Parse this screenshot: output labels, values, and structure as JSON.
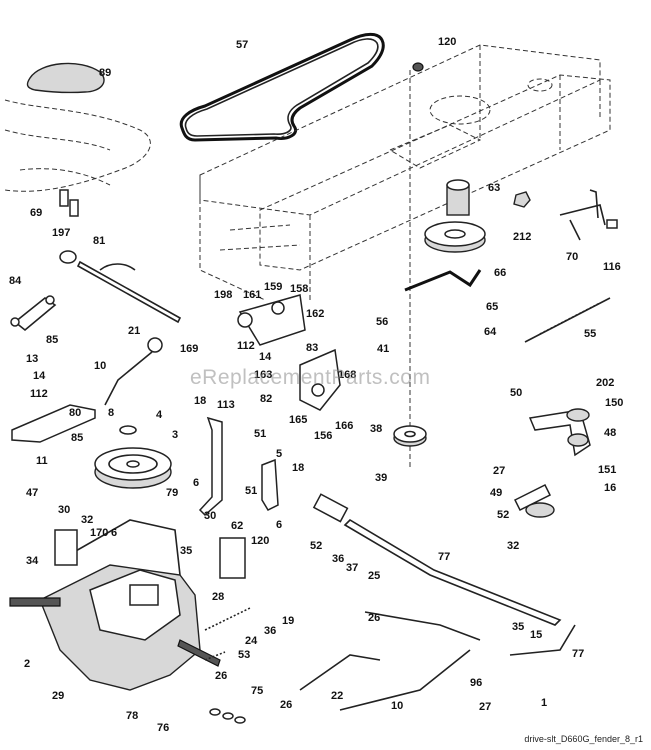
{
  "watermark": "eReplacementParts.com",
  "reference": "drive-slt_D660G_fender_8_r1",
  "callouts": [
    "57",
    "120",
    "89",
    "63",
    "212",
    "70",
    "116",
    "69",
    "197",
    "81",
    "66",
    "84",
    "198",
    "161",
    "159",
    "158",
    "65",
    "56",
    "64",
    "55",
    "85",
    "21",
    "162",
    "112",
    "14",
    "83",
    "169",
    "41",
    "13",
    "10",
    "163",
    "168",
    "50",
    "202",
    "14",
    "112",
    "82",
    "150",
    "80",
    "8",
    "4",
    "18",
    "113",
    "165",
    "156",
    "166",
    "38",
    "48",
    "85",
    "51",
    "3",
    "5",
    "27",
    "151",
    "11",
    "18",
    "39",
    "6",
    "79",
    "51",
    "49",
    "6",
    "16",
    "47",
    "52",
    "30",
    "32",
    "30",
    "62",
    "52",
    "120",
    "32",
    "170",
    "6",
    "35",
    "36",
    "37",
    "77",
    "34",
    "25",
    "28",
    "26",
    "24",
    "19",
    "36",
    "35",
    "15",
    "2",
    "53",
    "77",
    "26",
    "96",
    "29",
    "22",
    "10",
    "27",
    "1",
    "78",
    "75",
    "76",
    "26"
  ]
}
